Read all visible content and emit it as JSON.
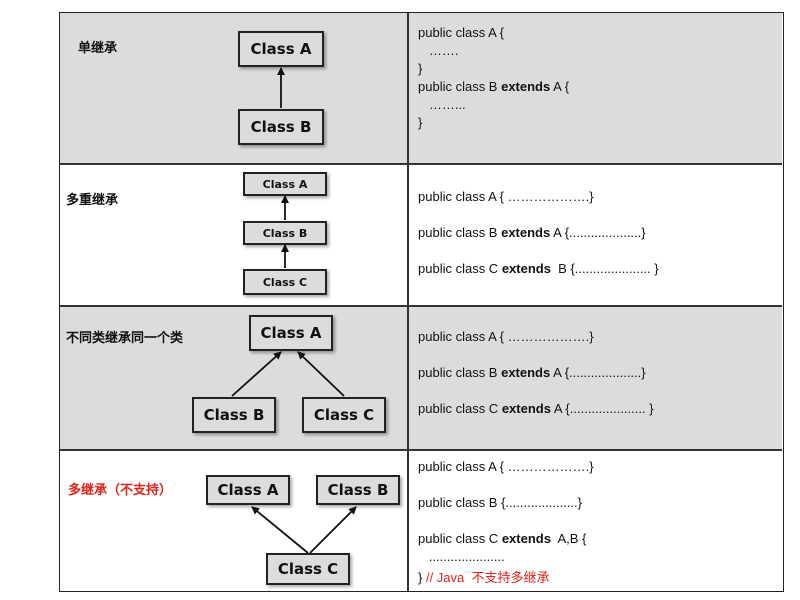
{
  "rows": [
    {
      "title": "单继承",
      "boxes": [
        "Class A",
        "Class B"
      ],
      "code": [
        {
          "pre": "public class A {",
          "kw": "",
          "post": ""
        },
        {
          "pre": "   …….",
          "kw": "",
          "post": ""
        },
        {
          "pre": "}",
          "kw": "",
          "post": ""
        },
        {
          "pre": "public class B ",
          "kw": "extends",
          "post": " A {"
        },
        {
          "pre": "   ……...",
          "kw": "",
          "post": ""
        },
        {
          "pre": "}",
          "kw": "",
          "post": ""
        }
      ]
    },
    {
      "title": "多重继承",
      "boxes": [
        "Class A",
        "Class B",
        "Class C"
      ],
      "code": [
        {
          "pre": "public class A { ……………….}",
          "kw": "",
          "post": ""
        },
        {
          "pre": "public class B ",
          "kw": "extends",
          "post": " A {....................}"
        },
        {
          "pre": "public class C ",
          "kw": "extends",
          "post": "  B {..................... }"
        }
      ]
    },
    {
      "title": "不同类继承同一个类",
      "boxes": [
        "Class A",
        "Class B",
        "Class C"
      ],
      "code": [
        {
          "pre": "public class A { ……………….}",
          "kw": "",
          "post": ""
        },
        {
          "pre": "public class B ",
          "kw": "extends",
          "post": " A {....................}"
        },
        {
          "pre": "public class C ",
          "kw": "extends",
          "post": " A {..................... }"
        }
      ]
    },
    {
      "title": "多继承（不支持）",
      "boxes": [
        "Class A",
        "Class B",
        "Class C"
      ],
      "code": [
        {
          "pre": "public class A { ……………….}",
          "kw": "",
          "post": ""
        },
        {
          "pre": "public class B {....................}",
          "kw": "",
          "post": ""
        },
        {
          "pre": "public class C ",
          "kw": "extends",
          "post": "  A,B {"
        },
        {
          "pre": "   .....................",
          "kw": "",
          "post": ""
        },
        {
          "pre": "}",
          "kw": "",
          "post": "",
          "comment": " // Java  不支持多继承"
        }
      ]
    }
  ],
  "colors": {
    "row_gray": "#dcdcdc",
    "box_fill": "#dcdcdc",
    "unsupported_red": "#e0221a"
  }
}
